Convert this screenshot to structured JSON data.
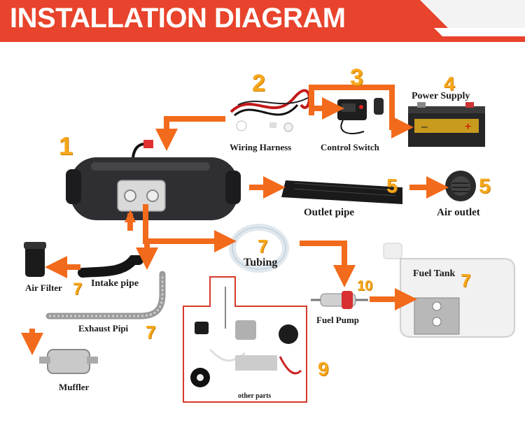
{
  "header": {
    "title": "INSTALLATION DIAGRAM"
  },
  "components": {
    "heater": {
      "number": "1"
    },
    "wiring_harness": {
      "number": "2",
      "label": "Wiring Harness"
    },
    "control_switch": {
      "number": "3",
      "label": "Control Switch"
    },
    "power_supply": {
      "number": "4",
      "label": "Power Supply"
    },
    "outlet_pipe": {
      "number": "5",
      "label": "Outlet pipe"
    },
    "air_outlet": {
      "number": "5",
      "label": "Air outlet"
    },
    "tubing": {
      "number": "7",
      "label": "Tubing"
    },
    "air_filter": {
      "number": "7",
      "label": "Air Filter"
    },
    "intake_pipe": {
      "label": "Intake pipe"
    },
    "exhaust_pipe": {
      "number": "7",
      "label": "Exhaust Pipi"
    },
    "muffler": {
      "label": "Muffler"
    },
    "fuel_pump": {
      "number": "10",
      "label": "Fuel Pump"
    },
    "fuel_tank": {
      "number": "7",
      "label": "Fuel Tank"
    },
    "other_parts": {
      "number": "9",
      "label": "other parts"
    }
  },
  "colors": {
    "banner": "#e8432c",
    "arrow": "#f26a1b",
    "number": "#f7a81b",
    "frame": "#d63a2a"
  }
}
